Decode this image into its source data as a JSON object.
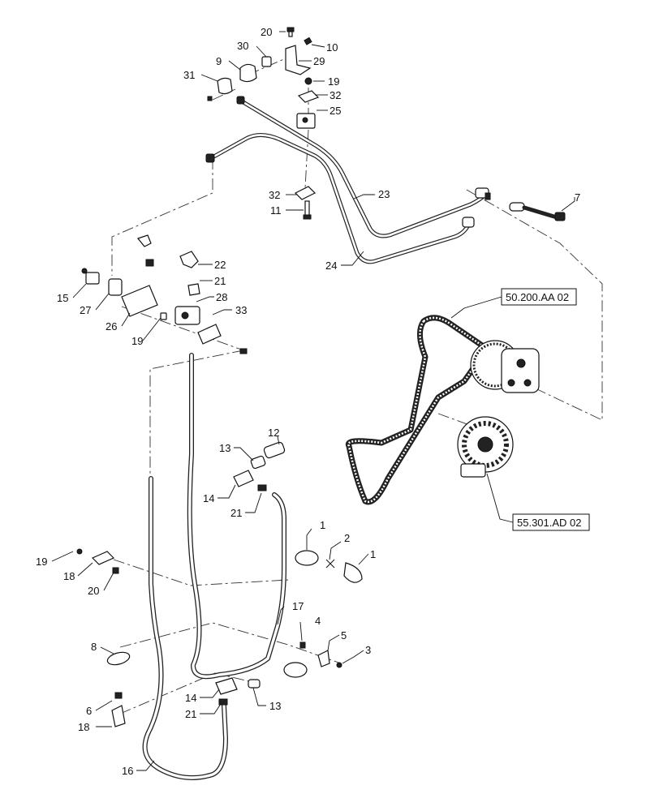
{
  "callouts": [
    {
      "text": "20"
    },
    {
      "text": "10"
    },
    {
      "text": "30"
    },
    {
      "text": "29"
    },
    {
      "text": "9"
    },
    {
      "text": "31"
    },
    {
      "text": "19"
    },
    {
      "text": "32"
    },
    {
      "text": "25"
    },
    {
      "text": "23"
    },
    {
      "text": "7"
    },
    {
      "text": "32"
    },
    {
      "text": "11"
    },
    {
      "text": "24"
    },
    {
      "text": "22"
    },
    {
      "text": "21"
    },
    {
      "text": "15"
    },
    {
      "text": "27"
    },
    {
      "text": "28"
    },
    {
      "text": "33"
    },
    {
      "text": "26"
    },
    {
      "text": "19"
    },
    {
      "text": "12"
    },
    {
      "text": "13"
    },
    {
      "text": "14"
    },
    {
      "text": "21"
    },
    {
      "text": "1"
    },
    {
      "text": "2"
    },
    {
      "text": "1"
    },
    {
      "text": "19"
    },
    {
      "text": "18"
    },
    {
      "text": "20"
    },
    {
      "text": "17"
    },
    {
      "text": "4"
    },
    {
      "text": "5"
    },
    {
      "text": "3"
    },
    {
      "text": "8"
    },
    {
      "text": "14"
    },
    {
      "text": "13"
    },
    {
      "text": "21"
    },
    {
      "text": "6"
    },
    {
      "text": "18"
    },
    {
      "text": "16"
    }
  ],
  "references": {
    "belt_compressor": "50.200.AA 02",
    "alternator": "55.301.AD 02"
  }
}
